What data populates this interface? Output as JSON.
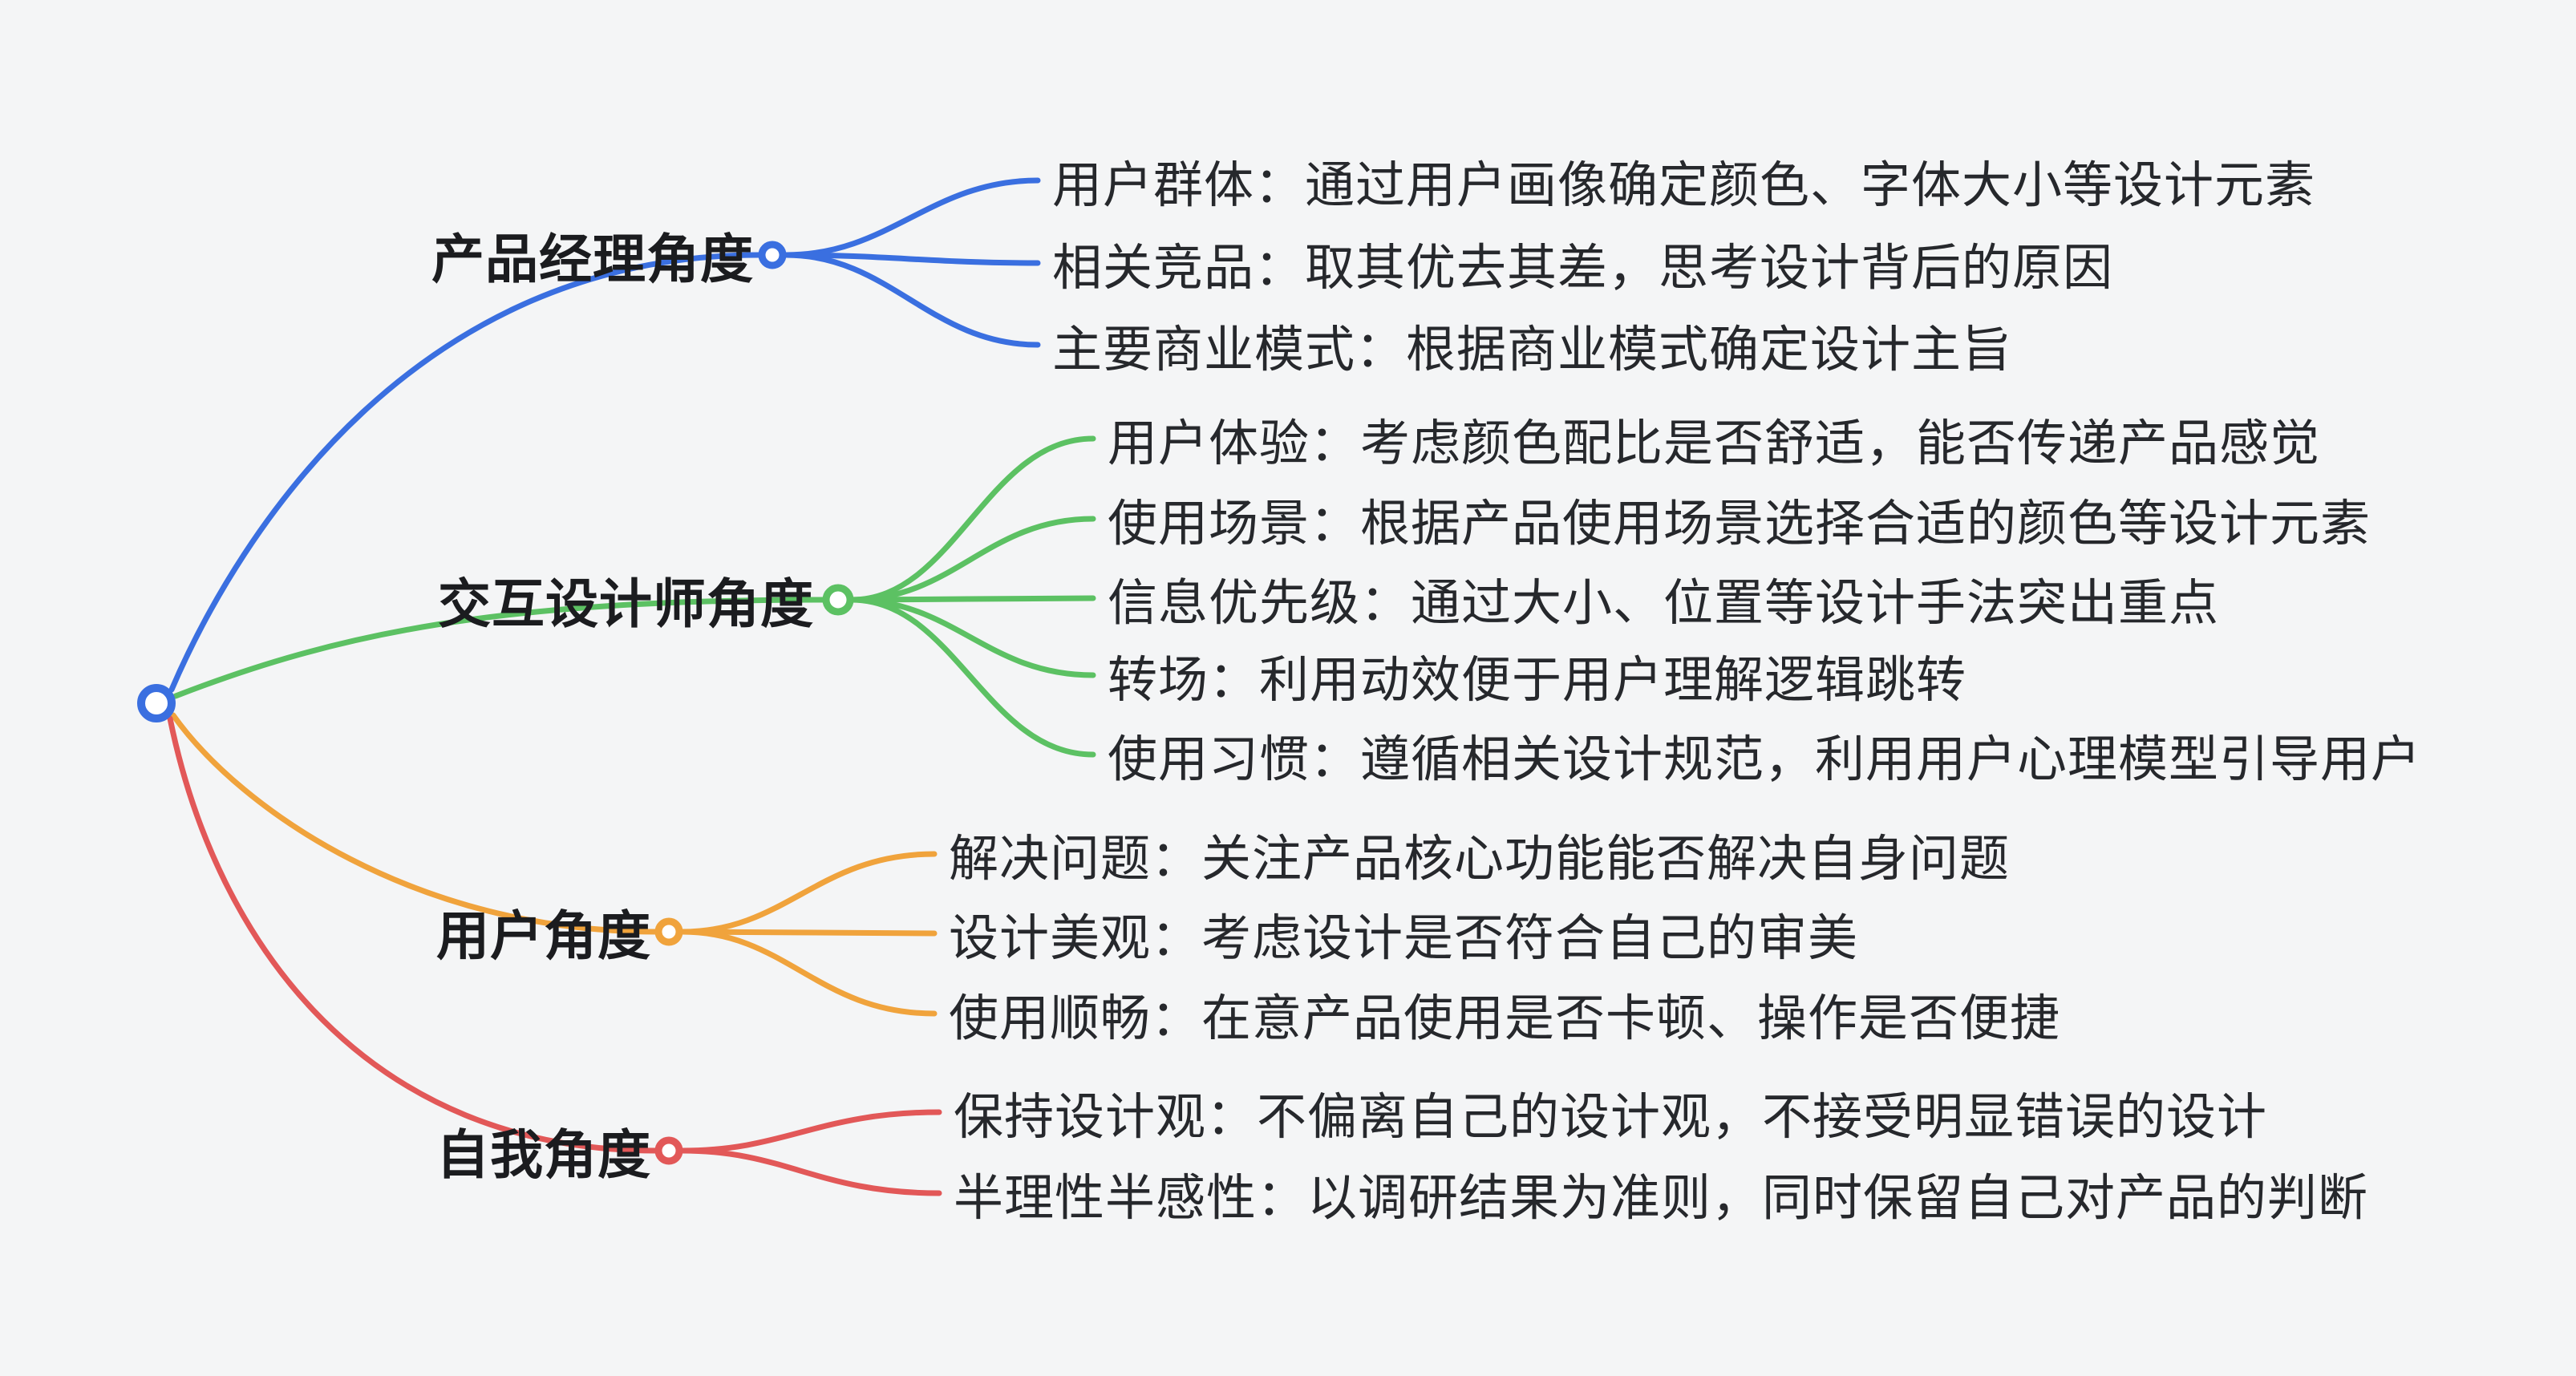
{
  "app": {
    "background": "#f4f5f6"
  },
  "root": {
    "color": "#3a6fe0"
  },
  "branches": [
    {
      "label": "产品经理角度",
      "color": "#3a6fe0",
      "children": [
        {
          "text": "用户群体：通过用户画像确定颜色、字体大小等设计元素"
        },
        {
          "text": "相关竞品：取其优去其差，思考设计背后的原因"
        },
        {
          "text": "主要商业模式：根据商业模式确定设计主旨"
        }
      ]
    },
    {
      "label": "交互设计师角度",
      "color": "#5cc163",
      "children": [
        {
          "text": "用户体验：考虑颜色配比是否舒适，能否传递产品感觉"
        },
        {
          "text": "使用场景：根据产品使用场景选择合适的颜色等设计元素"
        },
        {
          "text": "信息优先级：通过大小、位置等设计手法突出重点"
        },
        {
          "text": "转场：利用动效便于用户理解逻辑跳转"
        },
        {
          "text": "使用习惯：遵循相关设计规范，利用用户心理模型引导用户"
        }
      ]
    },
    {
      "label": "用户角度",
      "color": "#f0a33c",
      "children": [
        {
          "text": "解决问题：关注产品核心功能能否解决自身问题"
        },
        {
          "text": "设计美观：考虑设计是否符合自己的审美"
        },
        {
          "text": "使用顺畅：在意产品使用是否卡顿、操作是否便捷"
        }
      ]
    },
    {
      "label": "自我角度",
      "color": "#e25858",
      "children": [
        {
          "text": "保持设计观：不偏离自己的设计观，不接受明显错误的设计"
        },
        {
          "text": "半理性半感性：以调研结果为准则，同时保留自己对产品的判断"
        }
      ]
    }
  ]
}
